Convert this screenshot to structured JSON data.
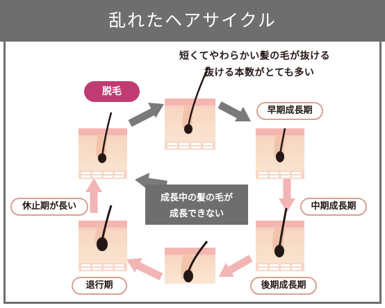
{
  "title": "乱れたヘアサイクル",
  "callout": {
    "line1": "短くてやわらかい髪の毛が抜ける",
    "line2": "抜ける本数がとても多い"
  },
  "labels": {
    "shedding": "脱毛",
    "early_anagen": "早期成長期",
    "mid_anagen": "中期成長期",
    "late_anagen": "後期成長期",
    "catagen": "退行期",
    "telogen": "休止期が長い"
  },
  "center_note": {
    "line1": "成長中の髪の毛が",
    "line2": "成長できない"
  },
  "colors": {
    "banner": "#6e6e6e",
    "shedding_badge": "#c13b73",
    "label_border": "#d9a092",
    "arrow_gray": "#7a7a7a",
    "arrow_pink": "#f2b4b4",
    "skin": "#f7dcc1",
    "skin_top": "#f4b6b0",
    "hair": "#231815"
  }
}
